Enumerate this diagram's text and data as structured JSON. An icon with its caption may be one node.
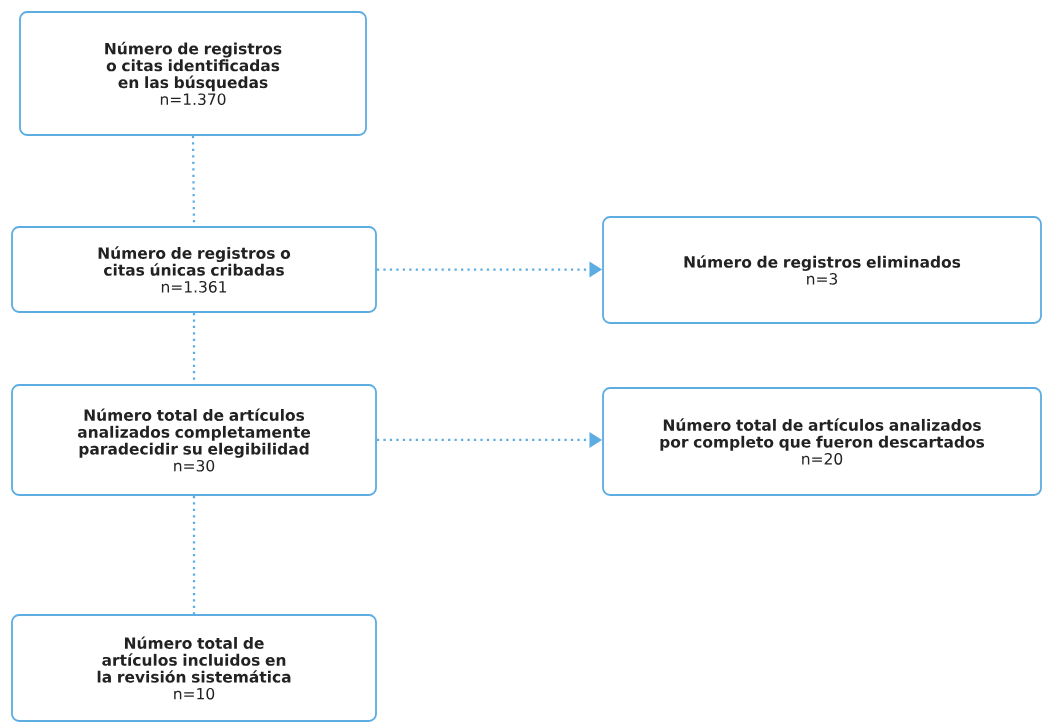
{
  "diagram": {
    "nodes": [
      {
        "text": [
          "Número de registros o citas identificadas en las búsquedas",
          "n=1.370"
        ]
      },
      {
        "text": [
          "Número de registros o citas únicas cribadas",
          "n=1.361"
        ]
      },
      {
        "text": [
          "Número de registros eliminados",
          "n=3"
        ]
      },
      {
        "text": [
          "Número total de artículos analizados completamente paradecidir su elegibilidad",
          "n=30"
        ]
      },
      {
        "text": [
          "Número total de artículos analizados por completo que fueron descartados",
          "n=20"
        ]
      },
      {
        "text": [
          "Número total de artículos incluidos en la revisión sistemática",
          "n=10"
        ]
      }
    ],
    "edges": [
      {
        "from": 0,
        "to": 1,
        "arrow": "none"
      },
      {
        "from": 1,
        "to": 2,
        "arrow": "to"
      },
      {
        "from": 1,
        "to": 3,
        "arrow": "none"
      },
      {
        "from": 3,
        "to": 4,
        "arrow": "to"
      },
      {
        "from": 3,
        "to": 5,
        "arrow": "none"
      }
    ]
  }
}
